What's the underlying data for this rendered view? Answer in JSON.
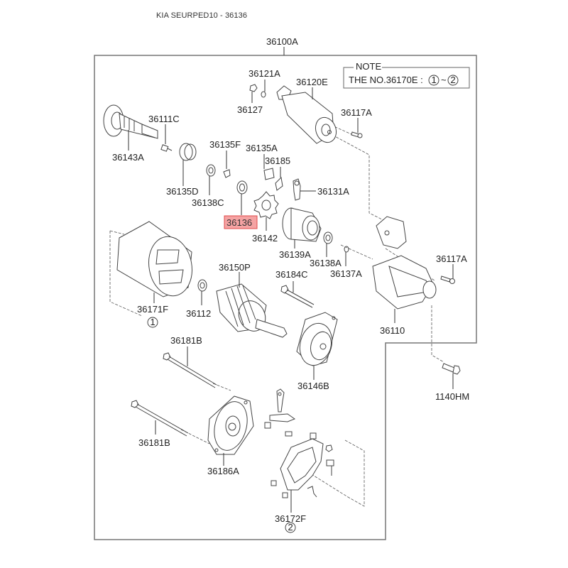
{
  "header": {
    "title": "KIA SEURPED10 - 36136"
  },
  "assembly": {
    "number": "36100A"
  },
  "note": {
    "heading": "NOTE",
    "text": "THE NO.36170E : ",
    "range_start": "1",
    "range_sep": "~",
    "range_end": "2"
  },
  "highlight": {
    "part_number": "36136",
    "color": "#f08080",
    "border_color": "#e05050"
  },
  "parts": {
    "p36121A": "36121A",
    "p36120E": "36120E",
    "p36127": "36127",
    "p36117A_top": "36117A",
    "p36111C": "36111C",
    "p36143A": "36143A",
    "p36135F": "36135F",
    "p36135A": "36135A",
    "p36185": "36185",
    "p36135D": "36135D",
    "p36138C": "36138C",
    "p36131A": "36131A",
    "p36136": "36136",
    "p36142": "36142",
    "p36139A": "36139A",
    "p36138A": "36138A",
    "p36137A": "36137A",
    "p36117A_right": "36117A",
    "p36150P": "36150P",
    "p36184C": "36184C",
    "p36171F": "36171F",
    "p36171F_ref": "1",
    "p36112": "36112",
    "p36110": "36110",
    "p36181B_top": "36181B",
    "p36146B": "36146B",
    "p1140HM": "1140HM",
    "p36181B_bottom": "36181B",
    "p36186A": "36186A",
    "p36172F": "36172F",
    "p36172F_ref": "2"
  }
}
